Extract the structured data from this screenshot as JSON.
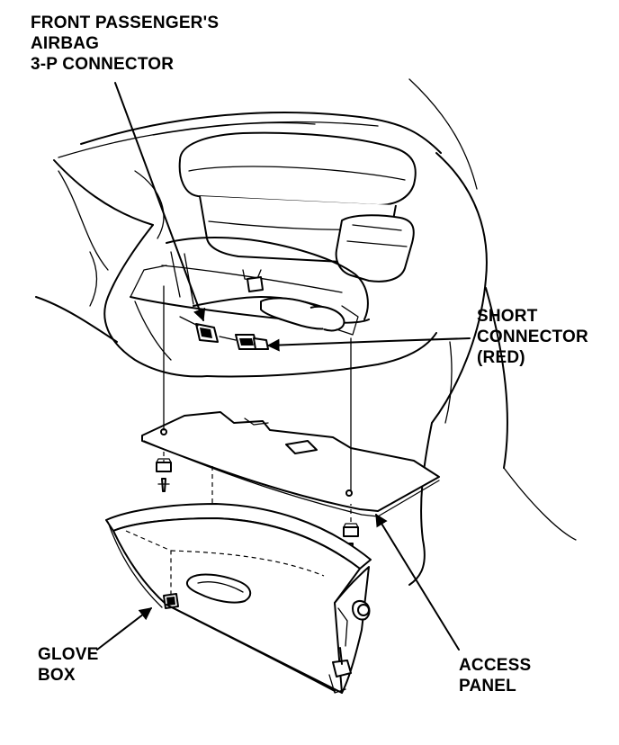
{
  "labels": {
    "airbag_connector": [
      "FRONT PASSENGER'S",
      "AIRBAG",
      "3-P CONNECTOR"
    ],
    "short_connector": [
      "SHORT",
      "CONNECTOR",
      "(RED)"
    ],
    "glove_box": [
      "GLOVE",
      "BOX"
    ],
    "access_panel": [
      "ACCESS",
      "PANEL"
    ]
  },
  "colors": {
    "ink": "#000000",
    "paper": "#ffffff"
  }
}
